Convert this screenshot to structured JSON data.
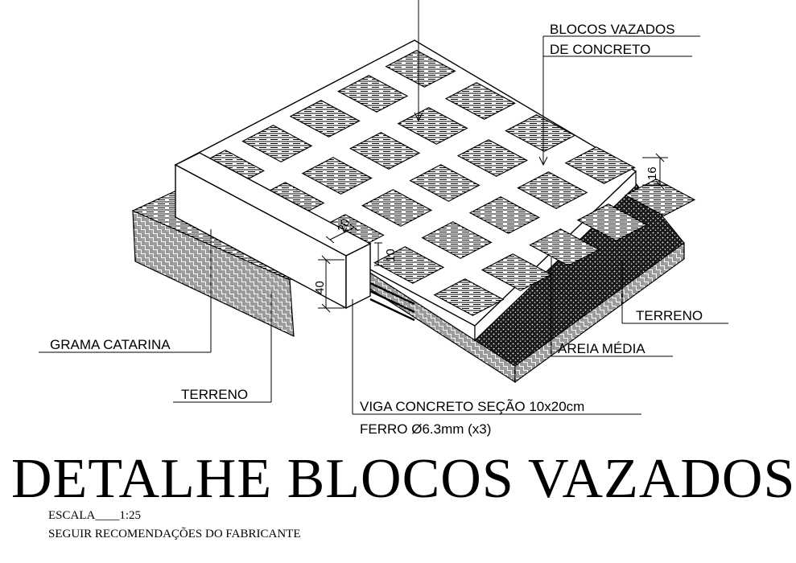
{
  "labels": {
    "blocos": [
      "BLOCOS VAZADOS",
      "DE CONCRETO"
    ],
    "terreno_right": "TERRENO",
    "areia": "AREIA MÉDIA",
    "grama": "GRAMA CATARINA",
    "terreno_left": "TERRENO",
    "viga": "VIGA CONCRETO SEÇÃO 10x20cm",
    "ferro": "FERRO Ø6.3mm (x3)"
  },
  "dimensions": {
    "block_height": "16",
    "beam_height": "40",
    "beam_width": "20",
    "beam_depth": "10"
  },
  "title": "DETALHE BLOCOS VAZADOS",
  "notes": {
    "scale": "ESCALA____1:25",
    "recommendation": "SEGUIR RECOMENDAÇÕES DO FABRICANTE"
  }
}
